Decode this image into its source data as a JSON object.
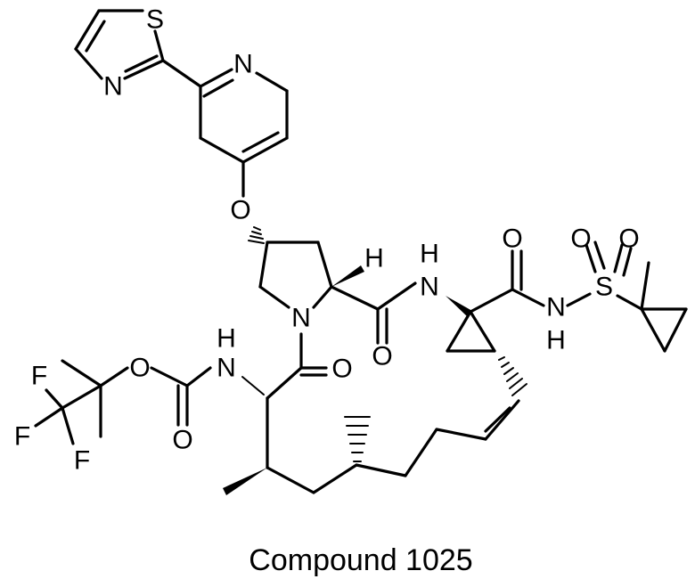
{
  "caption": "Compound 1025",
  "atoms": {
    "S_thiazole": "S",
    "N_thiazole": "N",
    "N_pyridine": "N",
    "O_ether": "O",
    "H_alpha": "H",
    "H_amide1": "H",
    "N_amide1": "N",
    "O_ketone1": "O",
    "O_amide1": "O",
    "N_sulfonamide": "N",
    "H_sulfonamide": "H",
    "S_sulfonyl": "S",
    "O_sulfonyl1": "O",
    "O_sulfonyl2": "O",
    "N_pyrrolidine": "N",
    "O_amide2": "O",
    "H_carbamate": "H",
    "N_carbamate": "N",
    "O_carbamate_ester": "O",
    "O_carbamate": "O",
    "F1": "F",
    "F2": "F",
    "F3": "F"
  }
}
